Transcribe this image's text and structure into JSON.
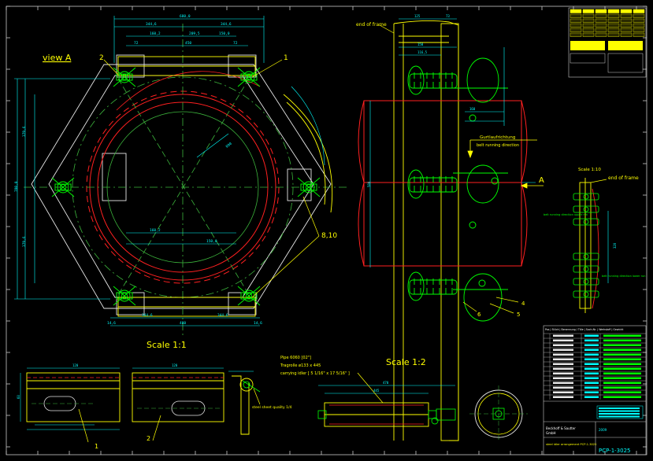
{
  "colors": {
    "background": "#000000",
    "frame": "#c8c8c8",
    "dimension": "#00ffff",
    "part": "#ffff00",
    "bolt": "#00ff00",
    "path": "#ff2020",
    "construction": "#3cb43c",
    "table_fill": "#ffff00",
    "title_block": "#00ffff"
  },
  "labels": {
    "view_a": "view A",
    "scale_1_1": "Scale 1:1",
    "scale_1_2": "Scale 1:2",
    "scale_1_10": "Scale 1:10",
    "end_of_frame_top": "end of frame",
    "end_of_frame_right": "end of frame",
    "arrow_a": "A",
    "gurt_de": "Gurtlaufrichtung",
    "gurt_en": "belt running direction",
    "pipe_spec": "Pipe 6060 [02\"]",
    "tragrolle": "Tragrolle  ø133 x 445",
    "carrying_idler": "carrying idler [ 5 1/16\" x 17 5/16\" ]",
    "shrinking_label": "steel sheet quality  1/4",
    "item_1": "1",
    "item_2": "2",
    "item_4": "4",
    "item_5": "5",
    "item_6": "6",
    "item_8_10": "8,10",
    "detail_1": "1",
    "detail_2": "2"
  },
  "dimensions": {
    "top_overall": "680,0",
    "top_sub_1": "344,6",
    "top_sub_2": "344,6",
    "top_inner_1": "160,2",
    "top_inner_2": "209,5",
    "top_inner_3": "150,0",
    "top_small_1": "72",
    "top_small_2": "450",
    "top_small_3": "72",
    "left_overall": "780,0",
    "left_sub_1": "379,6",
    "left_sub_2": "379,6",
    "bottom_overall": "480",
    "bottom_sub_1": "344,6",
    "bottom_sub_2": "344,6",
    "bottom_left": "14,6",
    "bottom_right": "14,6",
    "bottom_inner_1": "160,2",
    "bottom_inner_2": "150,0",
    "radius": "R90",
    "side_top_1": "125",
    "side_top_2": "73",
    "side_width": "150",
    "side_height": "580",
    "side_small": "116,5",
    "side_right": "160",
    "detail_width_1": "120",
    "detail_width_2": "120",
    "detail_h": "60",
    "idler_len_1": "470",
    "idler_len_2": "445",
    "right_detail": "320"
  },
  "right_notes": {
    "top_note": "belt running direction\nupper run",
    "bottom_note": "belt running direction\nlower run"
  },
  "title_block": {
    "company_1": "Beckhoff & Sautter",
    "company_2": "GmbH",
    "drawing_no": "PCP-1-3025",
    "date": "2009",
    "description": "steel idler arrangement  PCP-1-3025"
  },
  "parts_list_header": "Pos | Stück | Benennung / Title | Sach-Nr. | Werkstoff | Gewicht"
}
